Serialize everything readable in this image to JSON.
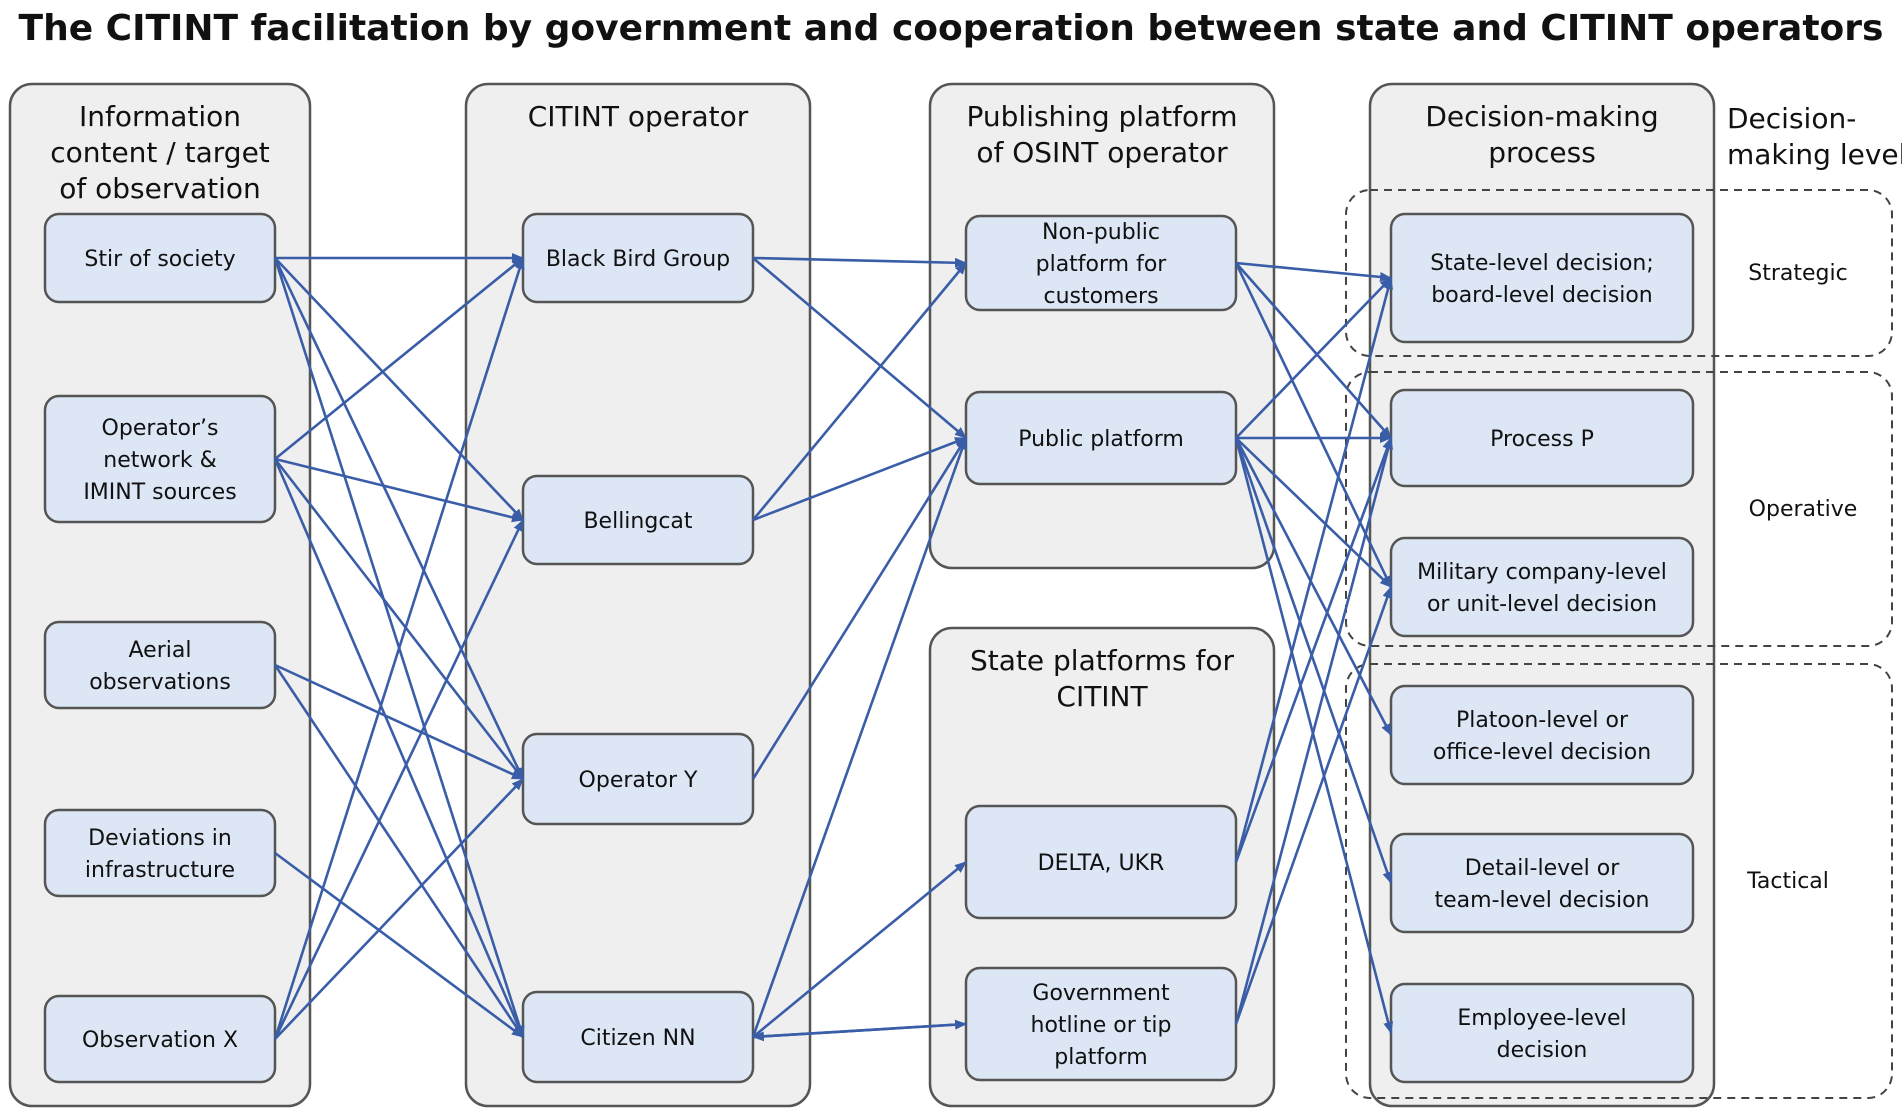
{
  "title": "The CITINT facilitation by government and cooperation between state and CITINT operators",
  "columns": {
    "information": {
      "heading": [
        "Information",
        "content / target",
        "of observation"
      ],
      "nodes": [
        {
          "id": "stir",
          "lines": [
            "Stir of society"
          ]
        },
        {
          "id": "network",
          "lines": [
            "Operator’s",
            "network &",
            "IMINT sources"
          ]
        },
        {
          "id": "aerial",
          "lines": [
            "Aerial",
            "observations"
          ]
        },
        {
          "id": "deviations",
          "lines": [
            "Deviations in",
            "infrastructure"
          ]
        },
        {
          "id": "obsx",
          "lines": [
            "Observation X"
          ]
        }
      ]
    },
    "operators": {
      "heading": [
        "CITINT operator"
      ],
      "nodes": [
        {
          "id": "blackbird",
          "lines": [
            "Black Bird Group"
          ]
        },
        {
          "id": "bellingcat",
          "lines": [
            "Bellingcat"
          ]
        },
        {
          "id": "opy",
          "lines": [
            "Operator Y"
          ]
        },
        {
          "id": "citizen",
          "lines": [
            "Citizen NN"
          ]
        }
      ]
    },
    "publishing": {
      "heading": [
        "Publishing platform",
        "of OSINT operator"
      ],
      "nodes": [
        {
          "id": "nonpublic",
          "lines": [
            "Non-public",
            "platform for",
            "customers"
          ]
        },
        {
          "id": "public",
          "lines": [
            "Public platform"
          ]
        }
      ]
    },
    "state": {
      "heading": [
        "State platforms for",
        "CITINT"
      ],
      "nodes": [
        {
          "id": "delta",
          "lines": [
            "DELTA, UKR"
          ]
        },
        {
          "id": "hotline",
          "lines": [
            "Government",
            "hotline or tip",
            "platform"
          ]
        }
      ]
    },
    "decision": {
      "heading": [
        "Decision-making",
        "process"
      ],
      "nodes": [
        {
          "id": "state_level",
          "lines": [
            "State-level decision;",
            "board-level decision"
          ]
        },
        {
          "id": "processp",
          "lines": [
            "Process P"
          ]
        },
        {
          "id": "military",
          "lines": [
            "Military company-level",
            "or unit-level decision"
          ]
        },
        {
          "id": "platoon",
          "lines": [
            "Platoon-level or",
            "office-level decision"
          ]
        },
        {
          "id": "detail",
          "lines": [
            "Detail-level or",
            "team-level decision"
          ]
        },
        {
          "id": "employee",
          "lines": [
            "Employee-level",
            "decision"
          ]
        }
      ]
    }
  },
  "levels": {
    "heading": [
      "Decision-",
      "making level"
    ],
    "items": [
      {
        "id": "strategic",
        "label": "Strategic"
      },
      {
        "id": "operative",
        "label": "Operative"
      },
      {
        "id": "tactical",
        "label": "Tactical"
      }
    ]
  },
  "edges": [
    [
      "stir",
      "blackbird"
    ],
    [
      "stir",
      "bellingcat"
    ],
    [
      "stir",
      "opy"
    ],
    [
      "stir",
      "citizen"
    ],
    [
      "network",
      "blackbird"
    ],
    [
      "network",
      "bellingcat"
    ],
    [
      "network",
      "opy"
    ],
    [
      "network",
      "citizen"
    ],
    [
      "aerial",
      "opy"
    ],
    [
      "aerial",
      "citizen"
    ],
    [
      "deviations",
      "citizen"
    ],
    [
      "obsx",
      "blackbird"
    ],
    [
      "obsx",
      "bellingcat"
    ],
    [
      "obsx",
      "opy"
    ],
    [
      "blackbird",
      "nonpublic"
    ],
    [
      "blackbird",
      "public"
    ],
    [
      "bellingcat",
      "nonpublic"
    ],
    [
      "bellingcat",
      "public"
    ],
    [
      "opy",
      "public"
    ],
    [
      "citizen",
      "public"
    ],
    [
      "citizen",
      "delta"
    ],
    [
      "citizen",
      "hotline"
    ],
    [
      "hotline",
      "citizen"
    ],
    [
      "nonpublic",
      "state_level"
    ],
    [
      "nonpublic",
      "processp"
    ],
    [
      "nonpublic",
      "military"
    ],
    [
      "public",
      "state_level"
    ],
    [
      "public",
      "processp"
    ],
    [
      "public",
      "military"
    ],
    [
      "public",
      "platoon"
    ],
    [
      "public",
      "detail"
    ],
    [
      "public",
      "employee"
    ],
    [
      "delta",
      "state_level"
    ],
    [
      "delta",
      "processp"
    ],
    [
      "hotline",
      "processp"
    ],
    [
      "hotline",
      "military"
    ]
  ],
  "colors": {
    "edge": "#3a5da8",
    "node_fill": "#dce6f5",
    "panel_fill": "#efefef"
  }
}
